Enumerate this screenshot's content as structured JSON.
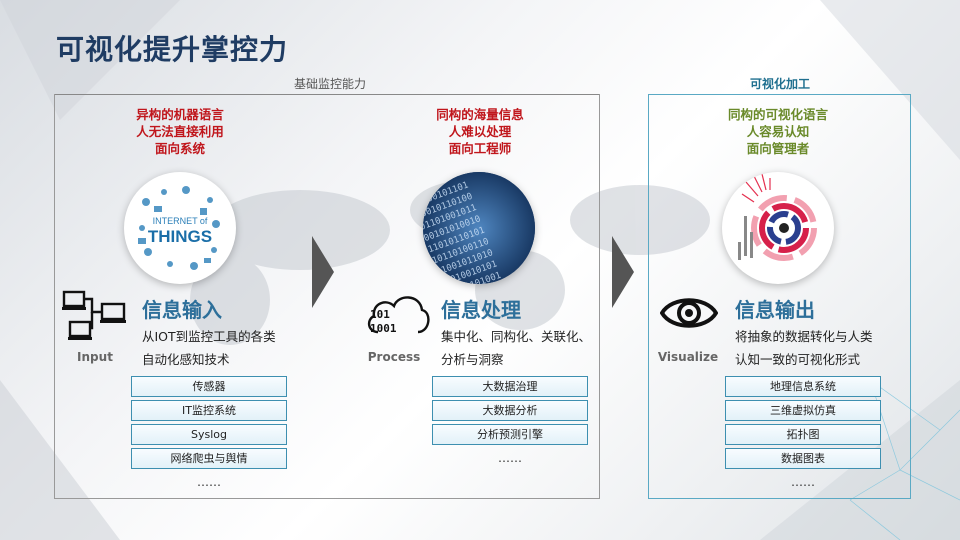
{
  "title": "可视化提升掌控力",
  "groups": {
    "basic": "基础监控能力",
    "viz": "可视化加工"
  },
  "columns": [
    {
      "top_lines": [
        "异构的机器语言",
        "人无法直接利用",
        "面向系统"
      ],
      "section_title": "信息输入",
      "caption": "Input",
      "desc_lines": [
        "从IOT到监控工具的各类",
        "自动化感知技术"
      ],
      "items": [
        "传感器",
        "IT监控系统",
        "Syslog",
        "网络爬虫与舆情"
      ],
      "ellipsis": "……",
      "circle_text": [
        "INTERNET of",
        "THINGS"
      ]
    },
    {
      "top_lines": [
        "同构的海量信息",
        "人难以处理",
        "面向工程师"
      ],
      "section_title": "信息处理",
      "caption": "Process",
      "icon_text": [
        "101",
        "1001"
      ],
      "desc_lines": [
        "集中化、同构化、关联化、",
        "分析与洞察"
      ],
      "items": [
        "大数据治理",
        "大数据分析",
        "分析预测引擎"
      ],
      "ellipsis": "……"
    },
    {
      "top_lines": [
        "同构的可视化语言",
        "人容易认知",
        "面向管理者"
      ],
      "section_title": "信息输出",
      "caption": "Visualize",
      "desc_lines": [
        "将抽象的数据转化与人类",
        "认知一致的可视化形式"
      ],
      "items": [
        "地理信息系统",
        "三维虚拟仿真",
        "拓扑图",
        "数据图表"
      ],
      "ellipsis": "……"
    }
  ],
  "colors": {
    "title": "#1f3c63",
    "red": "#c0161c",
    "green": "#6a8a2a",
    "accent": "#2d6f9a",
    "list_border": "#3d8fb0"
  }
}
